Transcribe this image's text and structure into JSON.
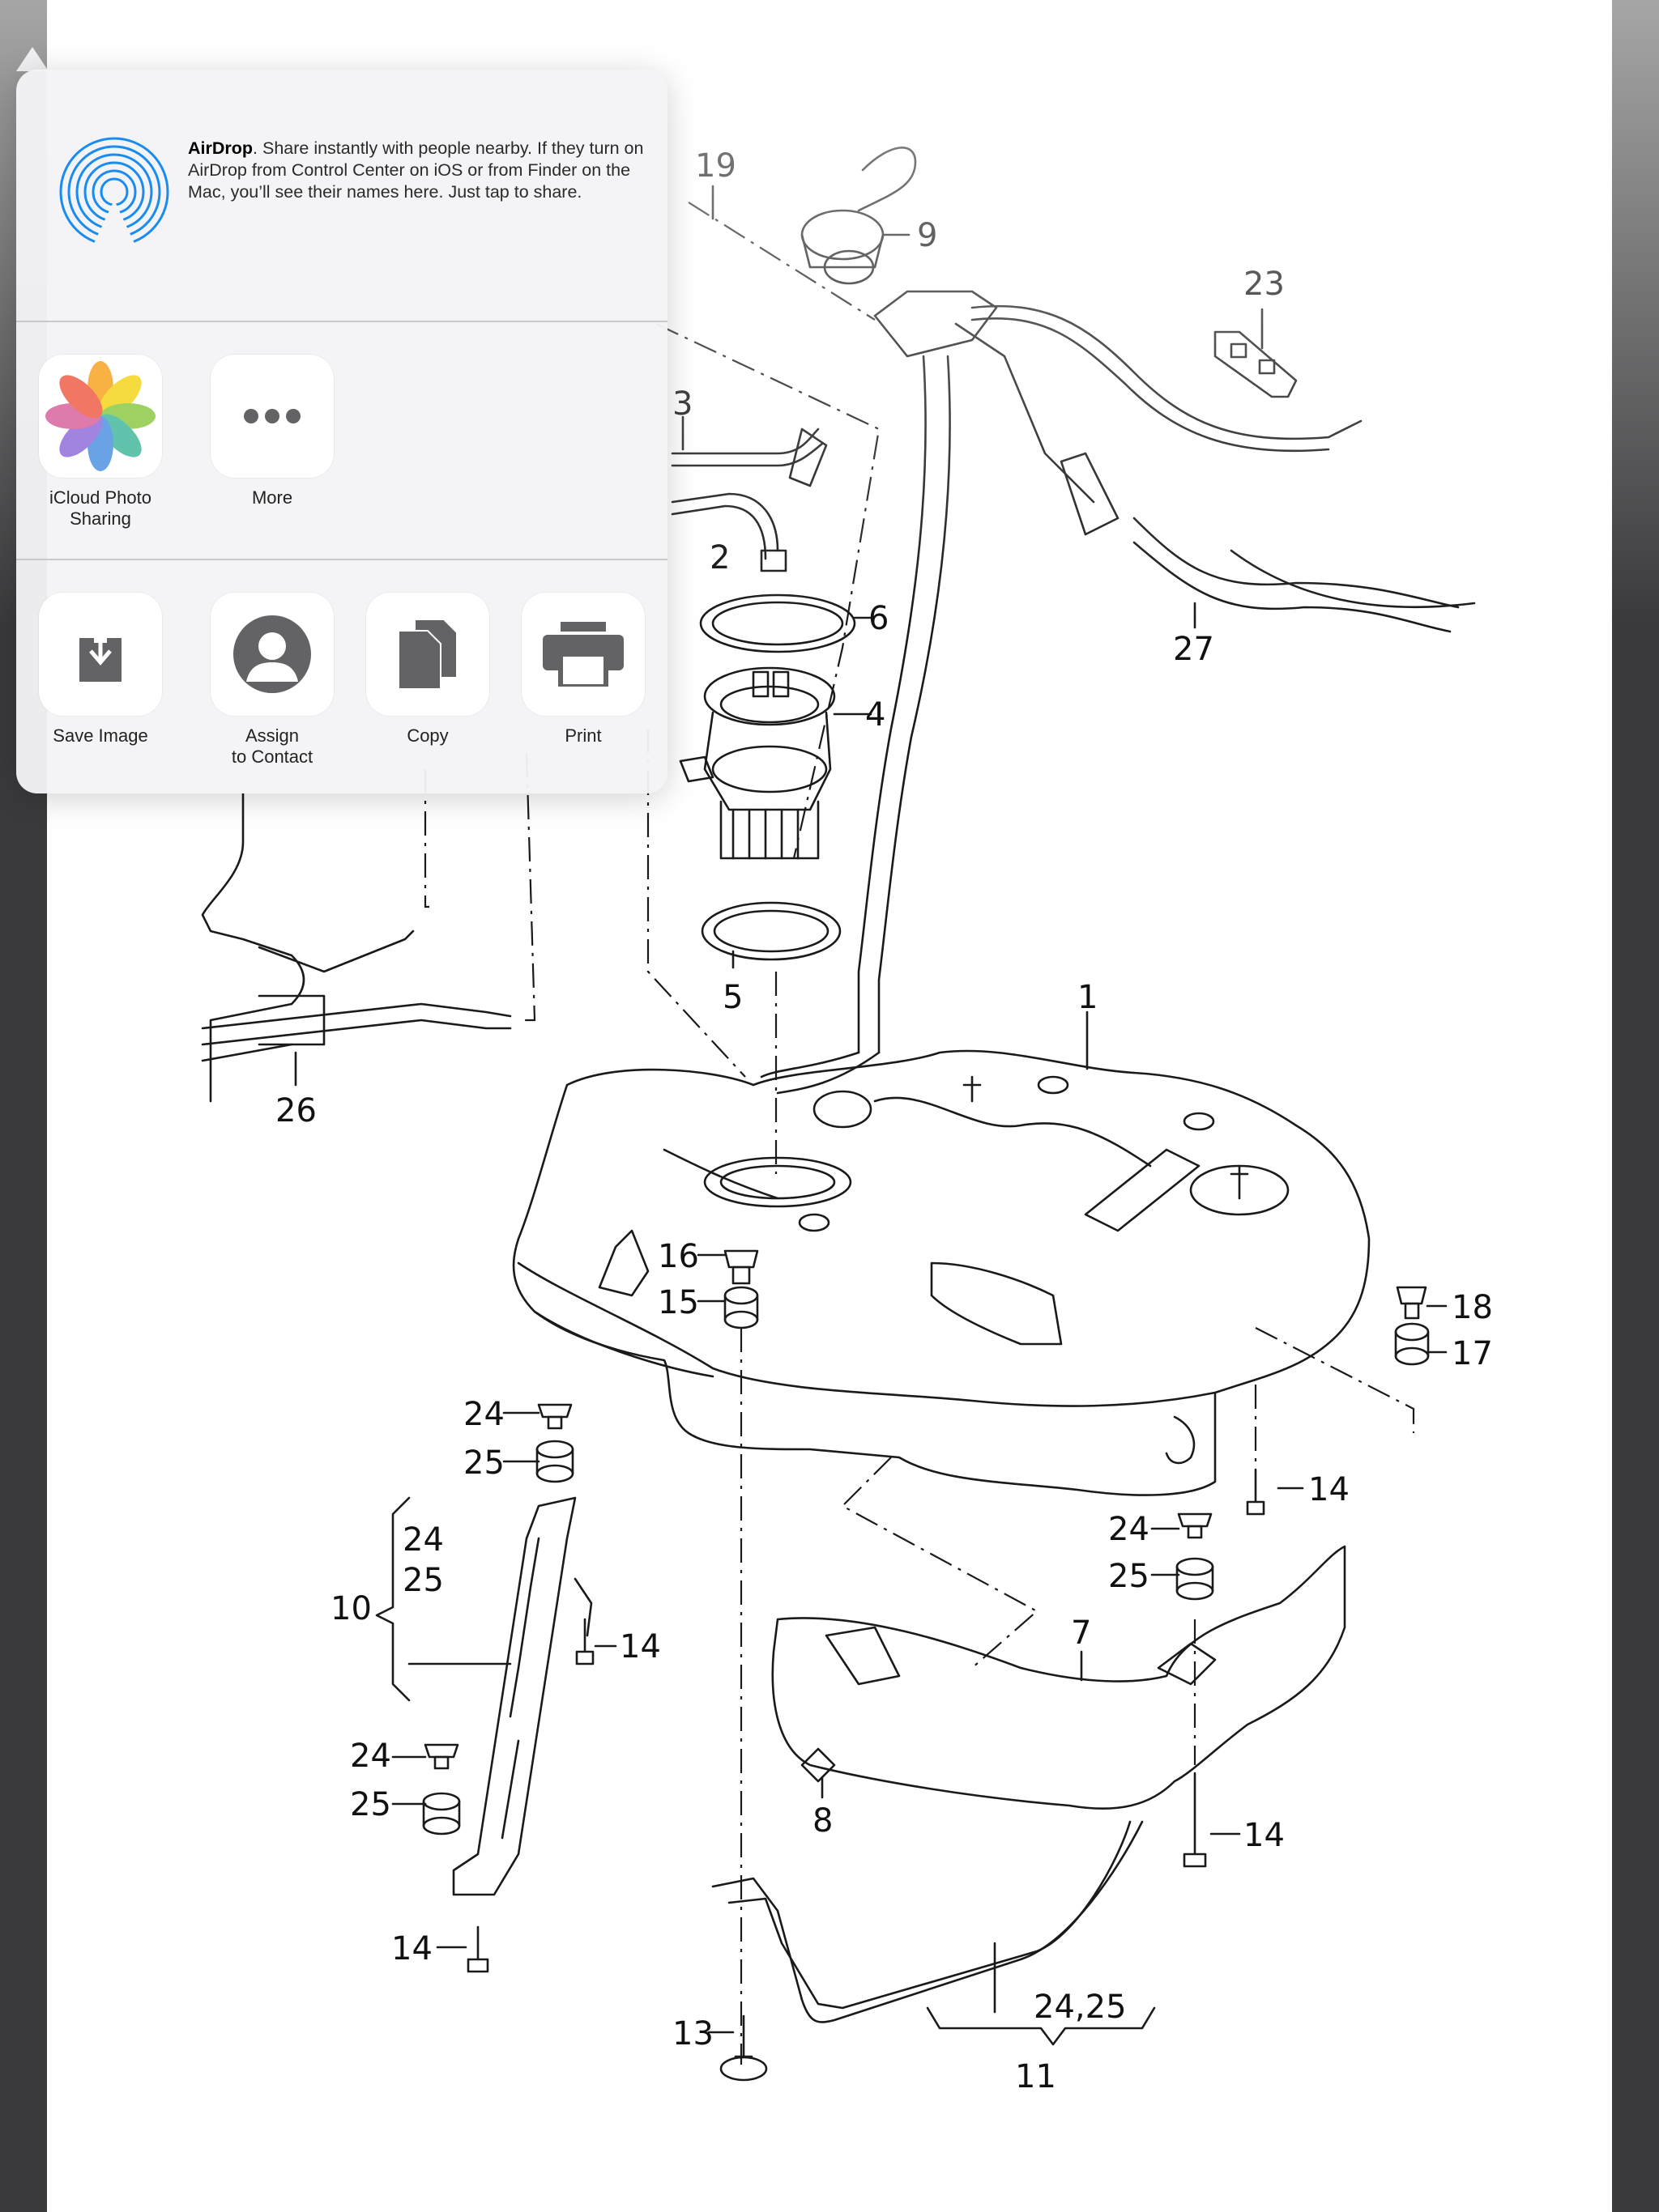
{
  "share_sheet": {
    "airdrop": {
      "title": "AirDrop",
      "description": ". Share instantly with people nearby. If they turn on AirDrop from Control Center on iOS or from Finder on the Mac, you’ll see their names here. Just tap to share."
    },
    "apps": [
      {
        "label": "iCloud Photo\nSharing",
        "icon": "icloud-photos-icon"
      },
      {
        "label": "More",
        "icon": "more-dots-icon"
      }
    ],
    "actions": [
      {
        "label": "Save Image",
        "icon": "save-image-icon"
      },
      {
        "label": "Assign\nto Contact",
        "icon": "contact-icon"
      },
      {
        "label": "Copy",
        "icon": "copy-icon"
      },
      {
        "label": "Print",
        "icon": "print-icon"
      }
    ]
  },
  "diagram": {
    "part_labels": [
      "19",
      "9",
      "23",
      "3",
      "2",
      "6",
      "4",
      "27",
      "5",
      "1",
      "26",
      "16",
      "15",
      "18",
      "17",
      "24",
      "25",
      "14",
      "24",
      "25",
      "10",
      "24",
      "25",
      "14",
      "7",
      "24",
      "25",
      "8",
      "14",
      "14",
      "13",
      "24,25",
      "11"
    ]
  },
  "colors": {
    "airdrop_blue": "#1a8cf0",
    "sheet_bg": "#f4f4f6",
    "icon_gray": "#636366"
  }
}
